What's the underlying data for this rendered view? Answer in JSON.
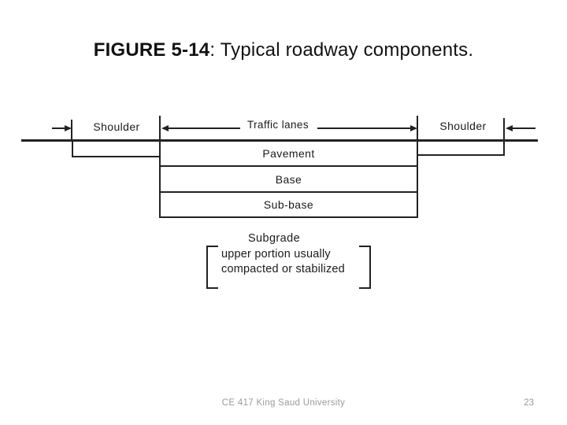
{
  "slide": {
    "title": {
      "bold": "FIGURE 5-14",
      "rest": ": Typical roadway components."
    },
    "footer": {
      "text": "CE 417 King Saud University",
      "page": "23"
    }
  },
  "diagram": {
    "type": "roadway-cross-section",
    "ink_color": "#222222",
    "dimension_labels": {
      "left_shoulder": "Shoulder",
      "traffic_lanes": "Traffic lanes",
      "right_shoulder": "Shoulder"
    },
    "layers": [
      {
        "label": "Pavement"
      },
      {
        "label": "Base"
      },
      {
        "label": "Sub-base"
      }
    ],
    "subgrade": {
      "title": "Subgrade",
      "note_line1": "upper portion usually",
      "note_line2": "compacted or stabilized"
    }
  }
}
